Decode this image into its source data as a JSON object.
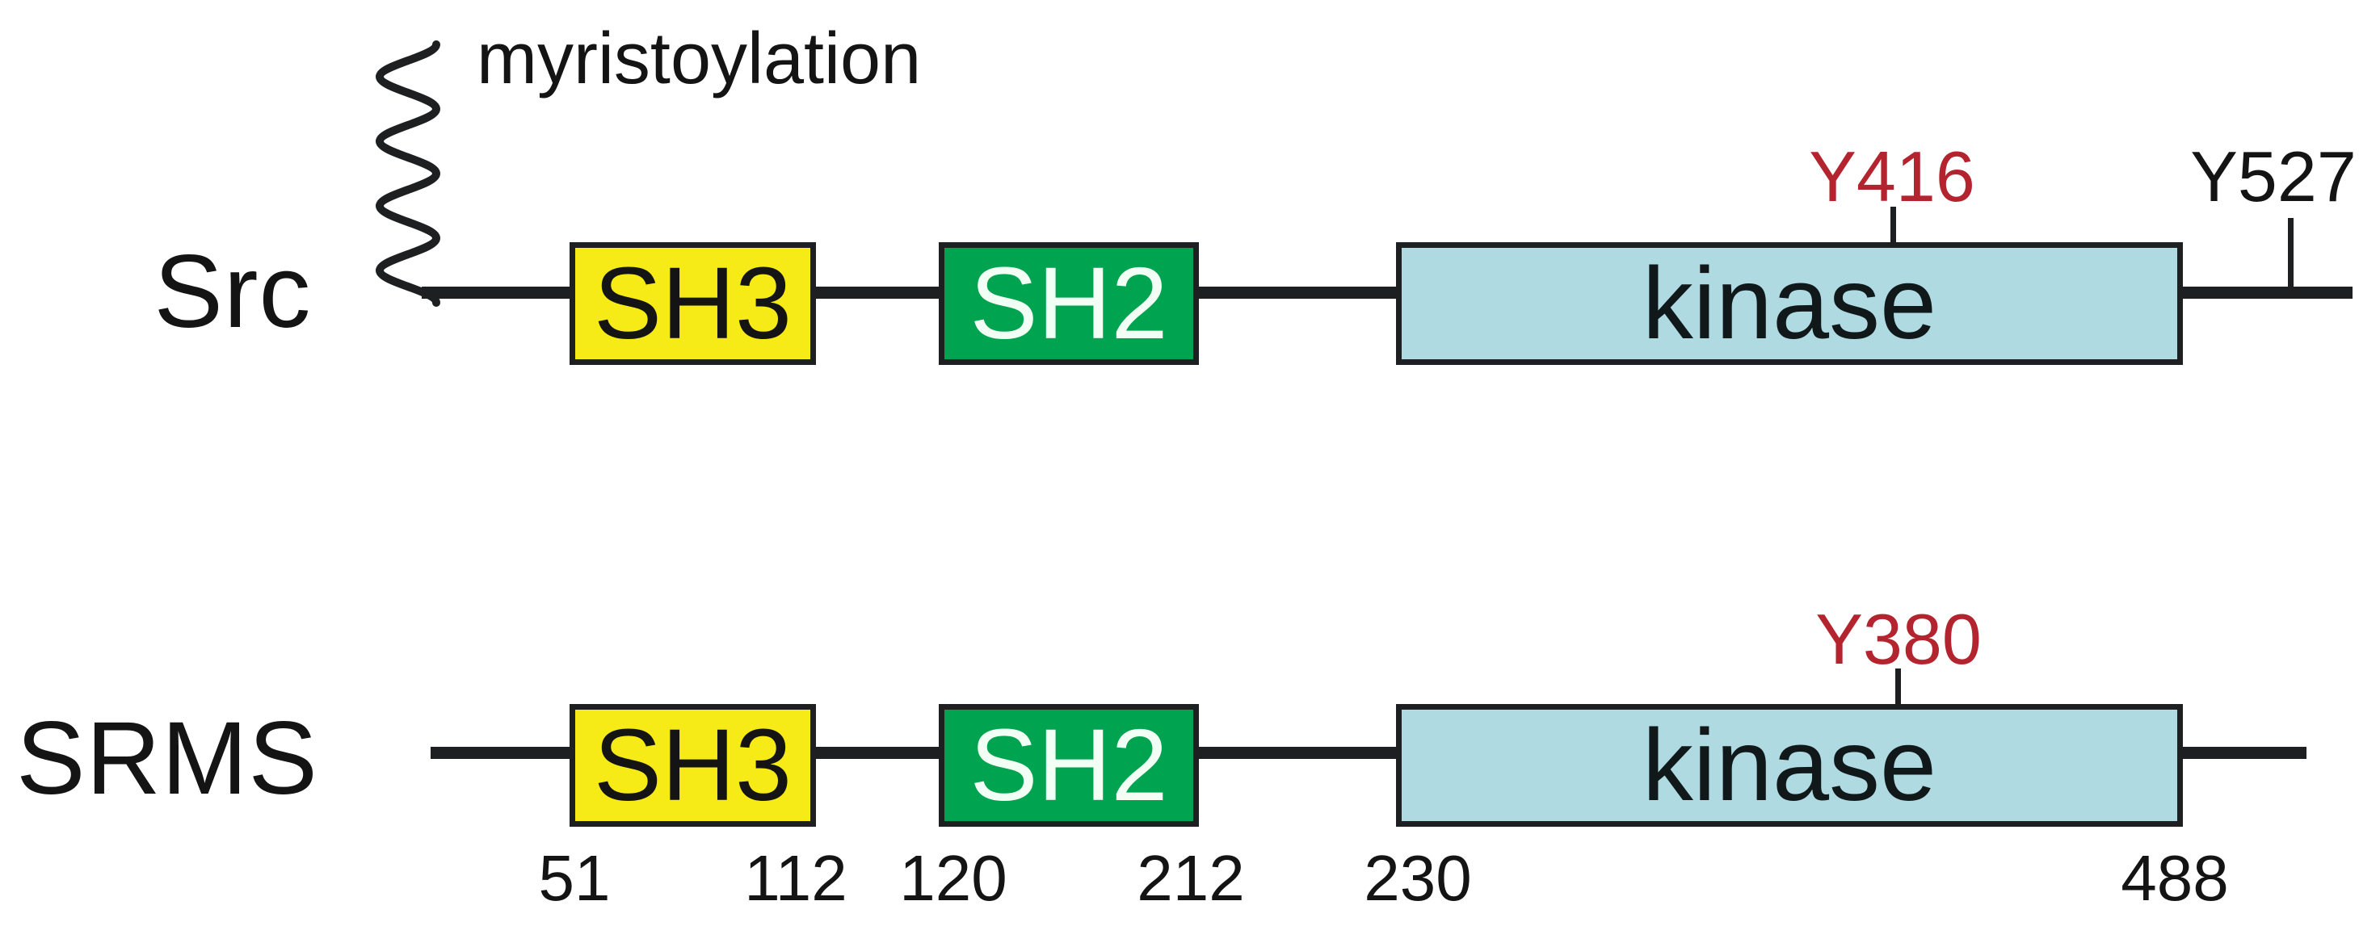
{
  "figure": {
    "type": "protein-domain-schematic",
    "background": "#FFFFFF",
    "colors": {
      "backbone_line": "#1D1F20",
      "box_border": "#1D1F20",
      "sh3_fill": "#F6EB16",
      "sh3_text": "#141414",
      "sh2_fill": "#00A350",
      "sh2_text": "#F2FFF4",
      "kinase_fill": "#AFDAE2",
      "kinase_text": "#10181A",
      "phosphosite_red": "#B3242F",
      "label_text": "#141414"
    }
  },
  "proteins": [
    {
      "name": "Src",
      "modification": "myristoylation",
      "domains": [
        {
          "label": "SH3",
          "color": "#F6EB16"
        },
        {
          "label": "SH2",
          "color": "#00A350"
        },
        {
          "label": "kinase",
          "color": "#AFDAE2"
        }
      ],
      "sites": [
        {
          "label": "Y416",
          "color": "#B3242F"
        },
        {
          "label": "Y527",
          "color": "#141414"
        }
      ]
    },
    {
      "name": "SRMS",
      "domains": [
        {
          "label": "SH3",
          "color": "#F6EB16"
        },
        {
          "label": "SH2",
          "color": "#00A350"
        },
        {
          "label": "kinase",
          "color": "#AFDAE2"
        }
      ],
      "sites": [
        {
          "label": "Y380",
          "color": "#B3242F"
        }
      ],
      "residue_numbers": [
        "51",
        "112",
        "120",
        "212",
        "230",
        "488"
      ]
    }
  ]
}
